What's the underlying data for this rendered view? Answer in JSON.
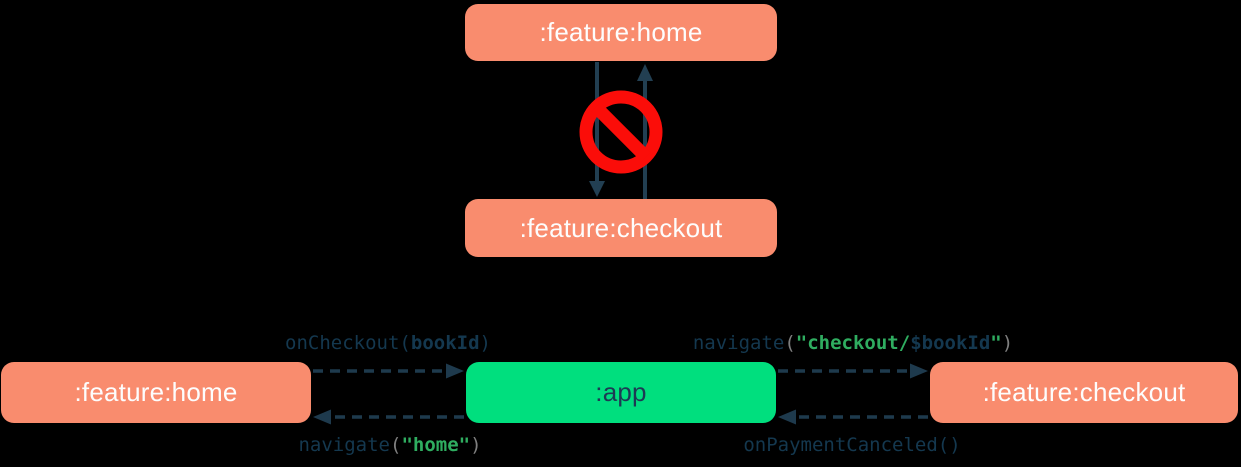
{
  "diagram_title": "feature-module-navigation-diagram",
  "colors": {
    "background": "#000000",
    "feature_box": "#F98C6E",
    "app_box": "#00DF7E",
    "box_text_light": "#FDFDFD",
    "box_text_dark": "#1D3A54",
    "arrow": "#223F52",
    "no_sign_red": "#FB0D09",
    "code_navy": "#14384F",
    "code_green": "#2FAD60",
    "code_gray": "#7F7F7F"
  },
  "top_diagram": {
    "home_label": ":feature:home",
    "checkout_label": ":feature:checkout",
    "no_icon": "no-entry-icon (direct dependency between features forbidden)"
  },
  "bottom_diagram": {
    "home_label": ":feature:home",
    "app_label": ":app",
    "checkout_label": ":feature:checkout",
    "edge_labels": {
      "on_checkout": {
        "fn": "onCheckout",
        "open": "(",
        "arg": "bookId",
        "close": ")"
      },
      "navigate_checkout": {
        "fn": "navigate",
        "open": "(",
        "str_open": "\"checkout/",
        "var": "$bookId",
        "str_close": "\"",
        "close": ")"
      },
      "navigate_home": {
        "fn": "navigate",
        "open": "(",
        "str": "\"home\"",
        "close": ")"
      },
      "on_payment_canceled": {
        "fn": "onPaymentCanceled",
        "parens": "()"
      }
    }
  }
}
